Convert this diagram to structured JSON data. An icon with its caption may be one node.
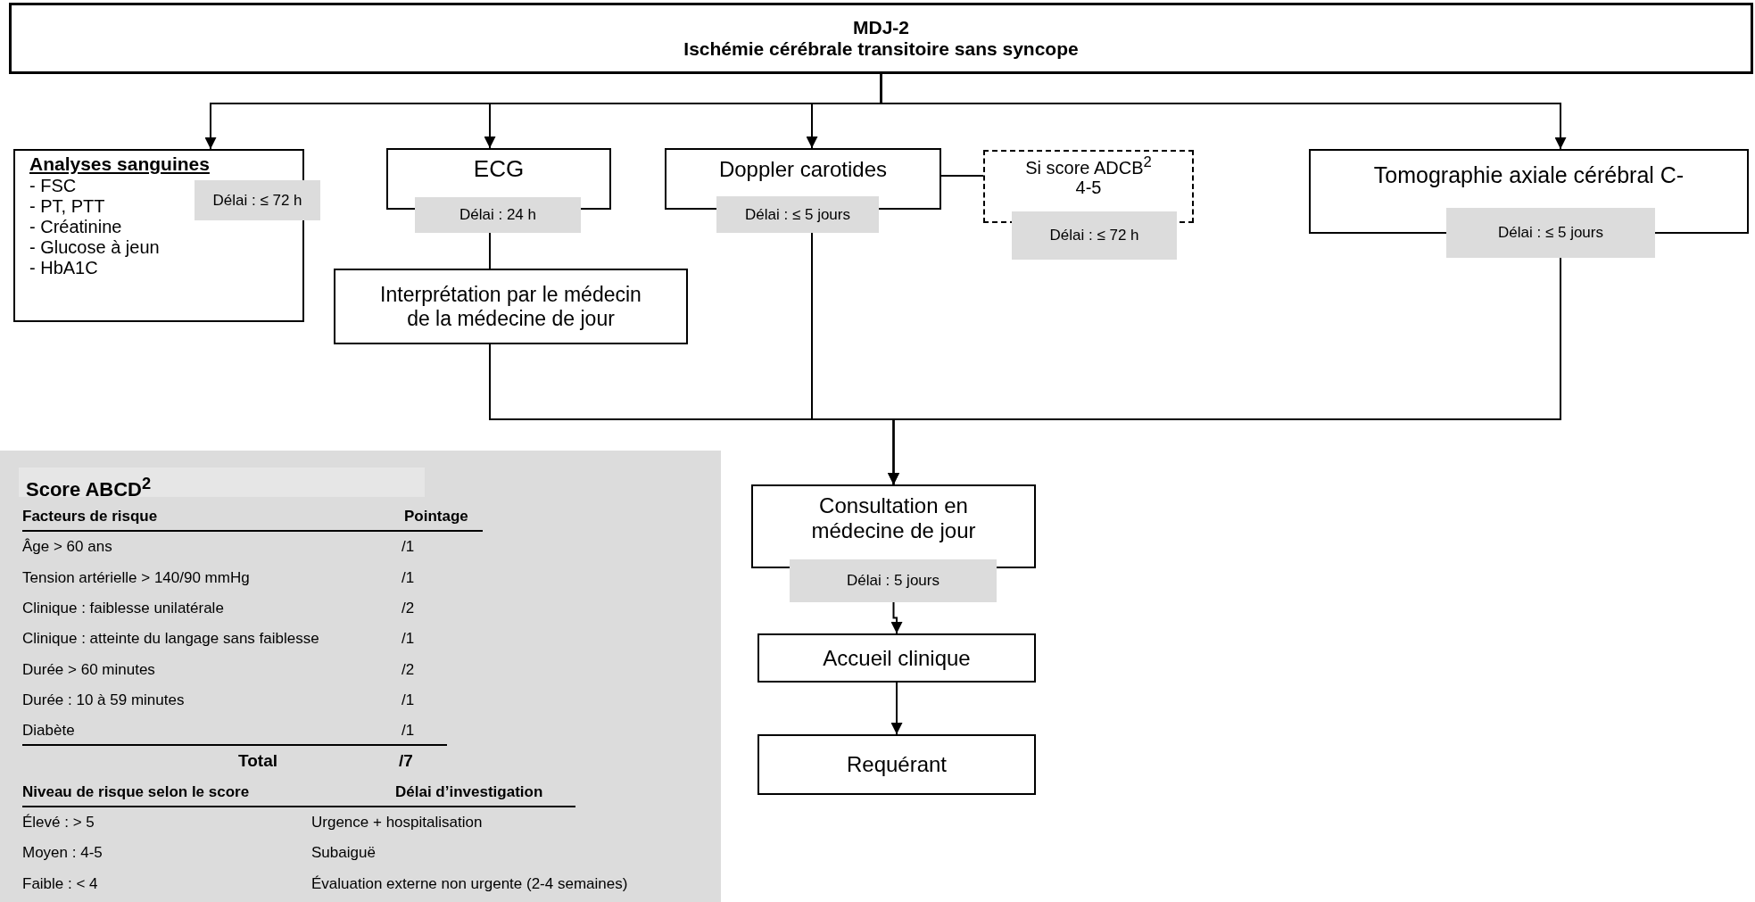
{
  "diagram": {
    "nodes": [
      {
        "text": [
          "MDJ-2",
          "Ischémie cérébrale transitoire sans syncope"
        ]
      },
      {
        "text": [
          "Analyses sanguines",
          "- FSC",
          "- PT, PTT",
          "- Créatinine",
          "- Glucose à jeun",
          "- HbA1C",
          "Délai : ≤ 72 h"
        ]
      },
      {
        "text": [
          "ECG"
        ],
        "beside": [
          "Délai : 24 h"
        ]
      },
      {
        "text": [
          "Doppler carotides"
        ],
        "beside": [
          "Délai : ≤ 5 jours"
        ]
      },
      {
        "text": [
          "Si score ADCB$^{2}$ 4-5"
        ],
        "beside": [
          "Délai : ≤ 72 h"
        ]
      },
      {
        "text": [
          "Tomographie axiale cérébral C-",
          "Délai : ≤ 5 jours"
        ]
      },
      {
        "text": [
          "Interprétation par le médecin de la médecine de jour"
        ]
      },
      {
        "text": [
          "Consultation en médecine de jour"
        ],
        "beside": [
          "Délai : 5 jours"
        ]
      },
      {
        "text": [
          "Accueil clinique"
        ]
      },
      {
        "text": [
          "Requérant"
        ]
      },
      {
        "text": [
          "Score ABCD$^{2}$"
        ]
      }
    ],
    "edges": [
      {
        "from": 0,
        "to": 1,
        "arrow": "to"
      },
      {
        "from": 0,
        "to": 2,
        "arrow": "to"
      },
      {
        "from": 0,
        "to": 3,
        "arrow": "to"
      },
      {
        "from": 0,
        "to": 5,
        "arrow": "to"
      },
      {
        "from": 2,
        "to": 6,
        "arrow": "none"
      },
      {
        "from": 3,
        "to": 4,
        "arrow": "none"
      },
      {
        "from": 6,
        "to": 7,
        "arrow": "to"
      },
      {
        "from": 3,
        "to": 7,
        "arrow": "to"
      },
      {
        "from": 5,
        "to": 7,
        "arrow": "to"
      },
      {
        "from": 7,
        "to": 8,
        "arrow": "to"
      },
      {
        "from": 8,
        "to": 9,
        "arrow": "to"
      }
    ],
    "labels": [
      "Facteurs de risque",
      "Pointage",
      "Âge > 60 ans",
      "/1",
      "Tension artérielle > 140/90 mmHg",
      "/1",
      "Clinique : faiblesse unilatérale",
      "/2",
      "Clinique : atteinte du langage sans faiblesse",
      "/1",
      "Durée > 60 minutes",
      "/2",
      "Durée : 10 à 59 minutes",
      "/1",
      "Diabète",
      "/1",
      "Total",
      "/7",
      "Niveau de risque selon le score",
      "Délai d’investigation",
      "Élevé : > 5",
      "Urgence + hospitalisation",
      "Moyen : 4-5",
      "Subaiguë",
      "Faible : < 4",
      "Évaluation externe non urgente (2-4 semaines)"
    ]
  }
}
